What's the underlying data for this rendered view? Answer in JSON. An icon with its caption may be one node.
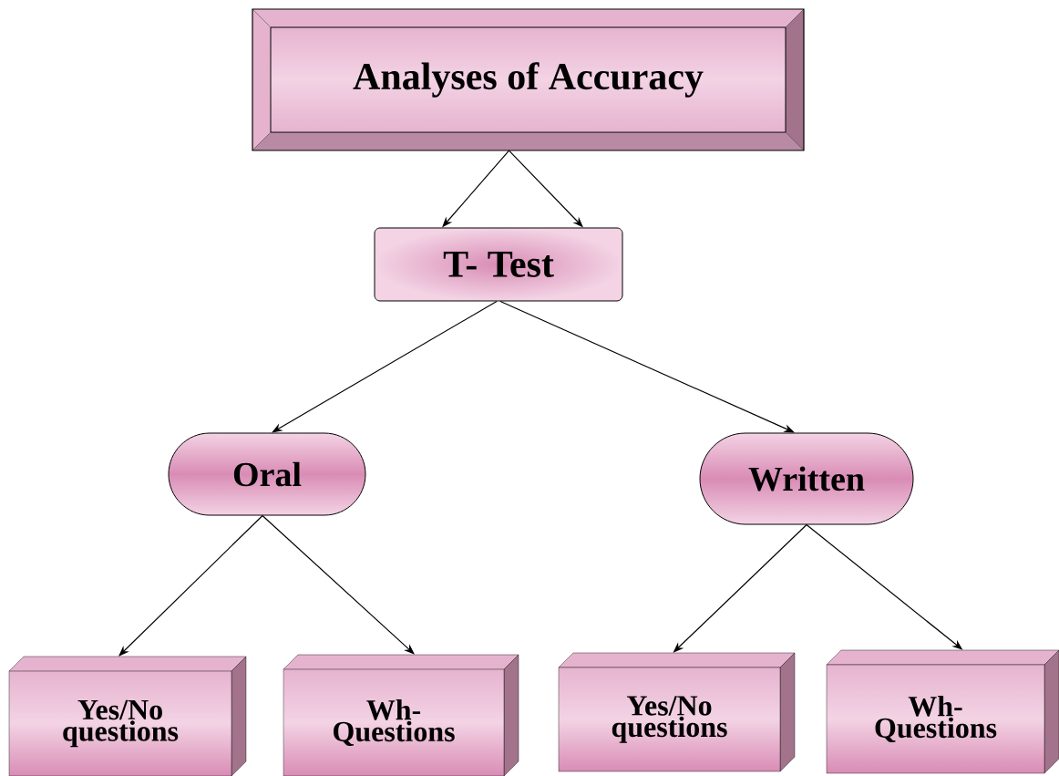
{
  "diagram": {
    "nodes": [
      {
        "text": [
          "Analyses of Accuracy"
        ]
      },
      {
        "text": [
          "T- Test"
        ]
      },
      {
        "text": [
          "Oral"
        ]
      },
      {
        "text": [
          "Written"
        ]
      },
      {
        "text": [
          "Yes/No questions"
        ]
      },
      {
        "text": [
          "Wh- Questions"
        ]
      },
      {
        "text": [
          "Yes/No questions"
        ]
      },
      {
        "text": [
          "Wh- Questions"
        ]
      }
    ],
    "edges": [
      {
        "from": 0,
        "to": 1,
        "arrow": "to"
      },
      {
        "from": 0,
        "to": 1,
        "arrow": "to"
      },
      {
        "from": 1,
        "to": 2,
        "arrow": "to"
      },
      {
        "from": 1,
        "to": 3,
        "arrow": "to"
      },
      {
        "from": 2,
        "to": 4,
        "arrow": "to"
      },
      {
        "from": 2,
        "to": 5,
        "arrow": "to"
      },
      {
        "from": 3,
        "to": 6,
        "arrow": "to"
      },
      {
        "from": 3,
        "to": 7,
        "arrow": "to"
      }
    ]
  }
}
